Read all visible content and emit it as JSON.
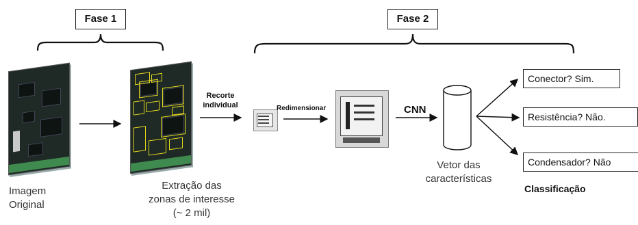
{
  "phase1_label": "Fase 1",
  "phase2_label": "Fase 2",
  "original_image_caption": [
    "Imagem",
    "Original"
  ],
  "extraction_caption": [
    "Extração das",
    "zonas de interesse",
    "(~ 2 mil)"
  ],
  "crop_label": [
    "Recorte",
    "individual"
  ],
  "resize_label": "Redimensionar",
  "cnn_label": "CNN",
  "feature_vector_caption": [
    "Vetor das",
    "características"
  ],
  "classification_title": "Classificação",
  "outputs": [
    "Conector? Sim.",
    "Resistência? Não.",
    "Condensador? Não"
  ]
}
